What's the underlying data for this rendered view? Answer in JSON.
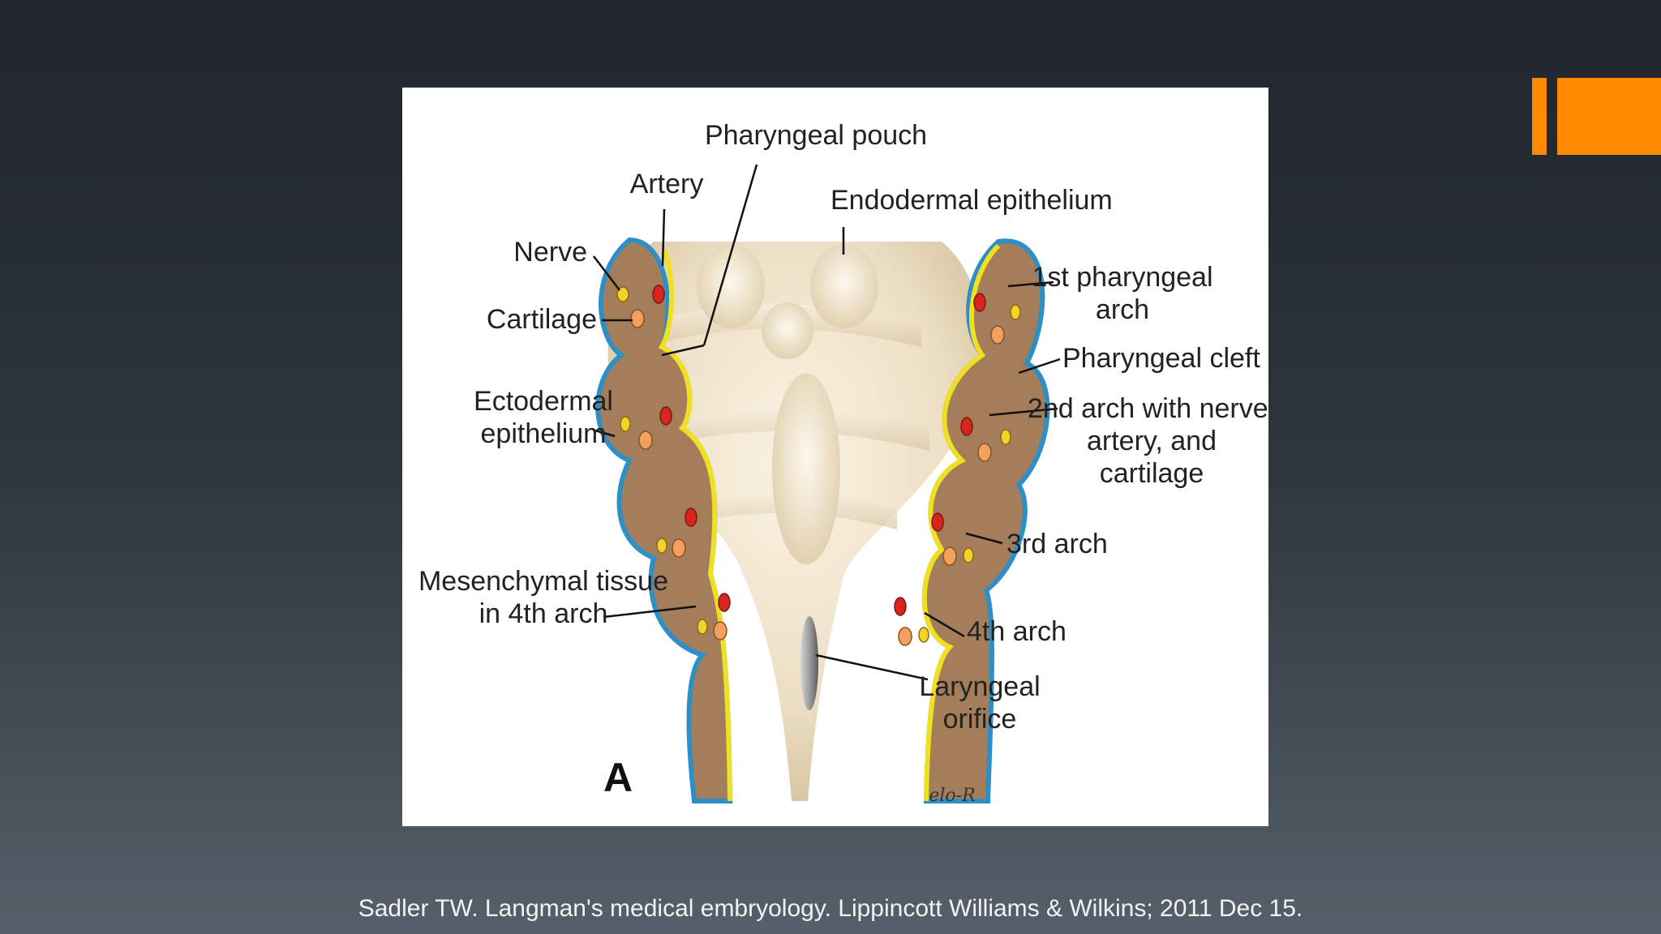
{
  "figure": {
    "labels": {
      "pharyngeal_pouch": "Pharyngeal pouch",
      "artery": "Artery",
      "endodermal_epithelium": "Endodermal epithelium",
      "nerve": "Nerve",
      "cartilage": "Cartilage",
      "ectodermal_1": "Ectodermal",
      "ectodermal_2": "epithelium",
      "mesenchymal_1": "Mesenchymal tissue",
      "mesenchymal_2": "in 4th arch",
      "first_arch_1": "1st pharyngeal",
      "first_arch_2": "arch",
      "pharyngeal_cleft": "Pharyngeal cleft",
      "second_arch_1": "2nd arch with nerve,",
      "second_arch_2": "artery, and",
      "second_arch_3": "cartilage",
      "third_arch": "3rd arch",
      "fourth_arch": "4th arch",
      "laryngeal_1": "Laryngeal",
      "laryngeal_2": "orifice",
      "panel_letter": "A",
      "signature": "elo-R"
    }
  },
  "caption": "Sadler TW. Langman's medical embryology. Lippincott Williams & Wilkins; 2011 Dec 15.",
  "colors": {
    "accent": "#ff8a00",
    "arch_tissue": "#a47d5a",
    "ectoderm": "#2e8fc7",
    "endoderm": "#f0e020",
    "artery": "#d8241e",
    "nerve": "#f3d22a",
    "cartilage": "#f2a060",
    "pharynx_floor": "#eadcc0"
  }
}
